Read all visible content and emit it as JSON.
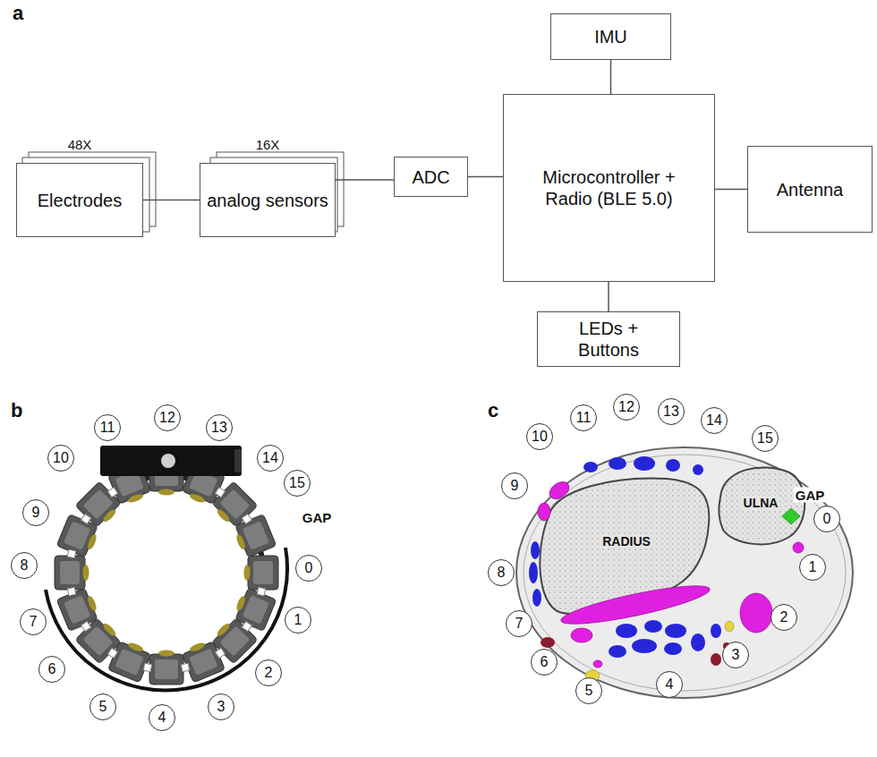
{
  "diagram": {
    "nodes": [
      {
        "text": [
          "48X",
          "Electrodes"
        ]
      },
      {
        "text": [
          "16X",
          "analog sensors"
        ]
      },
      {
        "text": [
          "ADC"
        ]
      },
      {
        "text": [
          "Microcontroller + Radio (BLE 5.0)"
        ]
      },
      {
        "text": [
          "IMU"
        ]
      },
      {
        "text": [
          "Antenna"
        ]
      },
      {
        "text": [
          "LEDs + Buttons"
        ]
      }
    ],
    "edges": [
      {
        "from": 0,
        "to": 1,
        "arrow": "none"
      },
      {
        "from": 1,
        "to": 2,
        "arrow": "none"
      },
      {
        "from": 2,
        "to": 3,
        "arrow": "none"
      },
      {
        "from": 4,
        "to": 3,
        "arrow": "none"
      },
      {
        "from": 3,
        "to": 5,
        "arrow": "none"
      },
      {
        "from": 3,
        "to": 6,
        "arrow": "none"
      }
    ],
    "labels": [
      "a",
      "b",
      "c",
      "0",
      "1",
      "2",
      "3",
      "4",
      "5",
      "6",
      "7",
      "8",
      "9",
      "10",
      "11",
      "12",
      "13",
      "14",
      "15",
      "GAP",
      "0",
      "1",
      "2",
      "3",
      "4",
      "5",
      "6",
      "7",
      "8",
      "9",
      "10",
      "11",
      "12",
      "13",
      "14",
      "15",
      "GAP",
      "RADIUS",
      "ULNA"
    ]
  }
}
